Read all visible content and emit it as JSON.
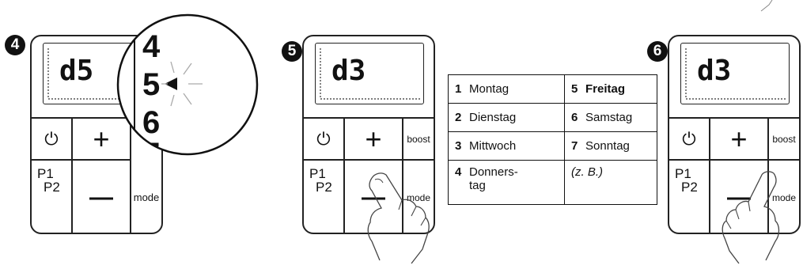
{
  "steps": [
    "4",
    "5",
    "6"
  ],
  "panels": [
    {
      "display": "d5",
      "buttons": {
        "power": "⏻",
        "plus": "+",
        "minus": "—",
        "mode": "mode",
        "p1": "P1",
        "p2": "P2"
      }
    },
    {
      "display": "d3",
      "buttons": {
        "power": "⏻",
        "plus": "+",
        "minus": "—",
        "boost": "boost",
        "mode": "mode",
        "p1": "P1",
        "p2": "P2"
      }
    },
    {
      "display": "d3",
      "buttons": {
        "power": "⏻",
        "plus": "+",
        "minus": "—",
        "boost": "boost",
        "mode": "mode",
        "p1": "P1",
        "p2": "P2"
      }
    }
  ],
  "zoom": {
    "digits": [
      "4",
      "5",
      "6"
    ]
  },
  "day_table": {
    "rows": [
      [
        {
          "num": "1",
          "label": "Montag"
        },
        {
          "num": "5",
          "label": "Freitag",
          "bold": true
        }
      ],
      [
        {
          "num": "2",
          "label": "Dienstag"
        },
        {
          "num": "6",
          "label": "Samstag"
        }
      ],
      [
        {
          "num": "3",
          "label": "Mittwoch"
        },
        {
          "num": "7",
          "label": "Sonntag"
        }
      ],
      [
        {
          "num": "4",
          "label": "Donners-",
          "label2": "tag"
        },
        {
          "num": "",
          "label": "(z. B.)",
          "italic": true
        }
      ]
    ]
  }
}
